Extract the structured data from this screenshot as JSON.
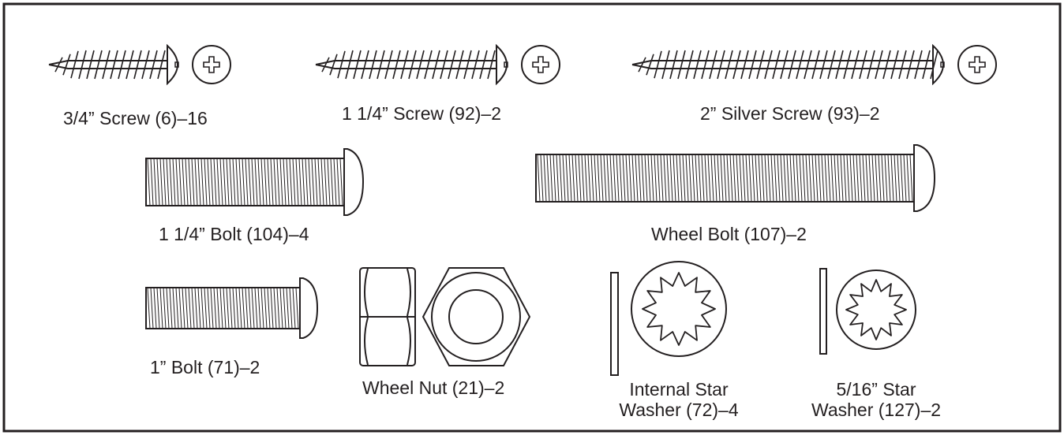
{
  "labels": {
    "screw_3_4": "3/4” Screw (6)–16",
    "screw_1_1_4": "1 1/4” Screw (92)–2",
    "screw_2_silver": "2” Silver Screw (93)–2",
    "bolt_1_1_4": "1 1/4” Bolt (104)–4",
    "wheel_bolt": "Wheel Bolt (107)–2",
    "bolt_1": "1” Bolt (71)–2",
    "wheel_nut": "Wheel Nut (21)–2",
    "internal_star_washer_line1": "Internal Star",
    "internal_star_washer_line2": "Washer (72)–4",
    "star_washer_5_16_line1": "5/16” Star",
    "star_washer_5_16_line2": "Washer (127)–2"
  },
  "colors": {
    "line": "#231f20",
    "background": "#ffffff"
  }
}
